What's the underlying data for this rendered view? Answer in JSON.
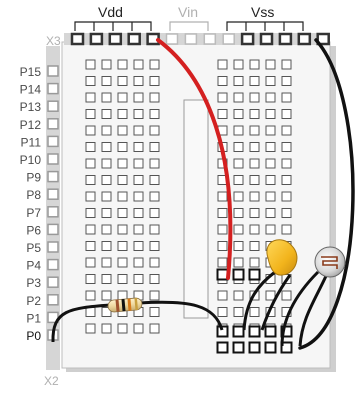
{
  "header_labels": {
    "x3": "X3",
    "vdd": "Vdd",
    "vin": "Vin",
    "vss": "Vss",
    "x2": "X2"
  },
  "pins": [
    "P15",
    "P14",
    "P13",
    "P12",
    "P11",
    "P10",
    "P9",
    "P8",
    "P7",
    "P6",
    "P5",
    "P4",
    "P3",
    "P2",
    "P1",
    "P0"
  ],
  "colors": {
    "wire_red": "#d42020",
    "wire_black": "#111111",
    "capacitor": "#f2b41c",
    "resistor_body": "#eed8a0",
    "photoresistor": "#cfcfcf",
    "board": "#f4f4f4",
    "header_dark": "#444444",
    "header_grey": "#c8c8c8"
  },
  "components": [
    "resistor-icon",
    "capacitor-icon",
    "photoresistor-icon",
    "red-jumper-wire",
    "black-jumper-wires"
  ]
}
